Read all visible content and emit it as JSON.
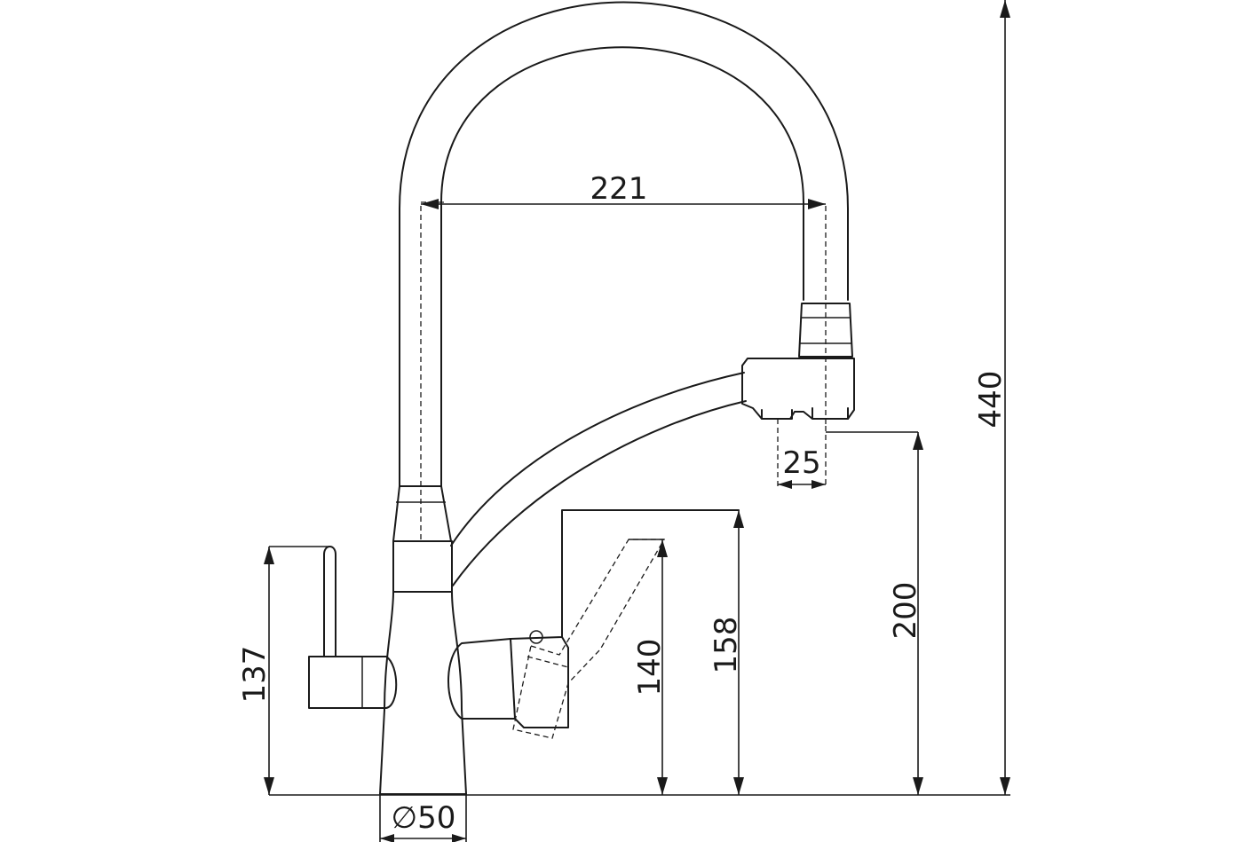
{
  "dimensions": {
    "spout_reach": "221",
    "spray_offset": "25",
    "base_diameter": "∅50",
    "lever_height": "137",
    "side_lever_height": "140",
    "side_lever_top": "158",
    "spout_outlet_height": "200",
    "total_height": "440"
  },
  "colors": {
    "line": "#1a1a1a",
    "background": "#ffffff"
  }
}
